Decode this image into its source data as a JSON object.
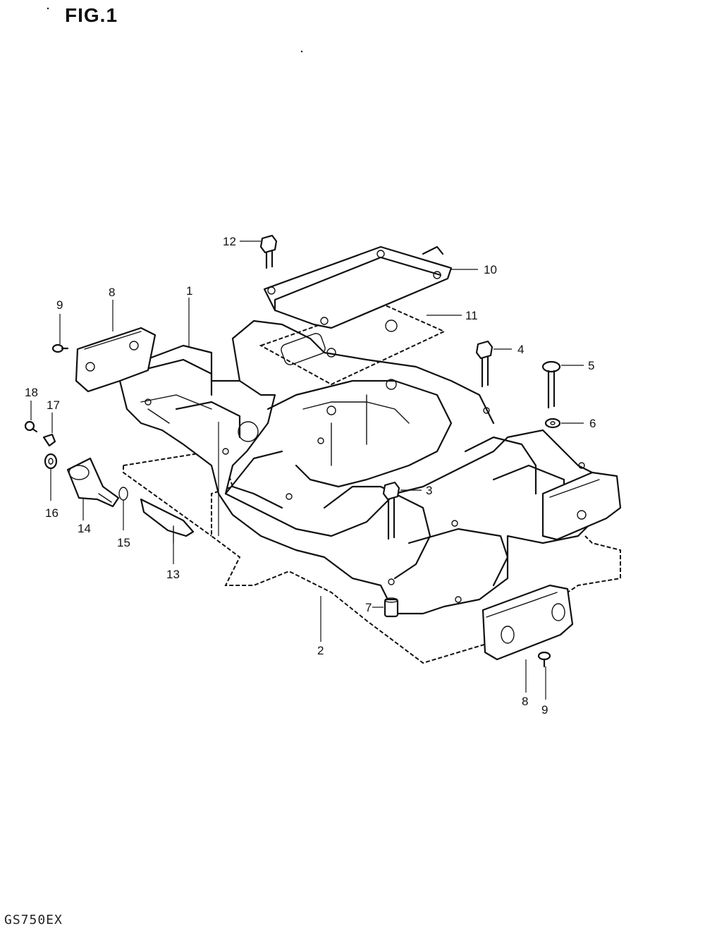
{
  "figure": {
    "title": "FIG.1",
    "model_code": "GS750EX"
  },
  "callouts": {
    "c1": "1",
    "c2": "2",
    "c3": "3",
    "c4": "4",
    "c5": "5",
    "c6": "6",
    "c7": "7",
    "c8a": "8",
    "c8b": "8",
    "c9a": "9",
    "c9b": "9",
    "c10": "10",
    "c11": "11",
    "c12": "12",
    "c13": "13",
    "c14": "14",
    "c15": "15",
    "c16": "16",
    "c17": "17",
    "c18": "18"
  }
}
